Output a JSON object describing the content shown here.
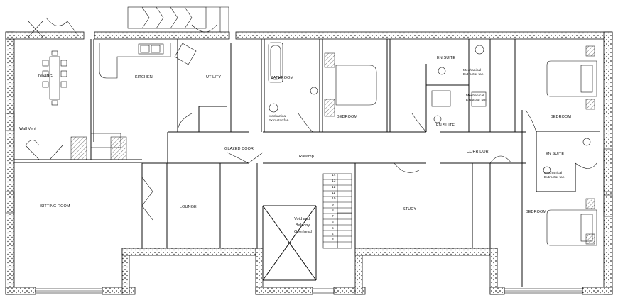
{
  "rooms": {
    "dining": "DINING",
    "kitchen": "KITCHEN",
    "utility": "UTILITY",
    "bathroom": "BATHROOM",
    "bedroom_1": "BEDROOM",
    "en_suite_1": "EN SUITE",
    "en_suite_2": "EN SUITE",
    "bedroom_2": "BEDROOM",
    "wall_vent": "Wall Vent",
    "glazed_door": "GLAZED DOOR",
    "rainlamp": "Railamp",
    "corridor": "CORRIDOR",
    "en_suite_3": "EN SUITE",
    "sitting_room": "SITTING ROOM",
    "lounge": "LOUNGE",
    "study": "STUDY",
    "bedroom_3": "BEDROOM",
    "void_line1": "Void and",
    "void_line2": "Balcony",
    "void_line3": "Overhead"
  },
  "fans": {
    "bathroom_fan_1": "Mechanical",
    "bathroom_fan_2": "Extractor fan",
    "ensuite1_fan_1": "Mechanical",
    "ensuite1_fan_2": "Extractor fan",
    "ensuite2_fan_1": "Mechanical",
    "ensuite2_fan_2": "Extractor fan",
    "ensuite3_fan_1": "Mechanical",
    "ensuite3_fan_2": "Extractor fan"
  },
  "stairs": [
    "14",
    "13",
    "12",
    "11",
    "10",
    "9",
    "8",
    "7",
    "6",
    "5",
    "4",
    "3"
  ],
  "colors": {
    "line": "#111111",
    "hatch": "#555555"
  }
}
